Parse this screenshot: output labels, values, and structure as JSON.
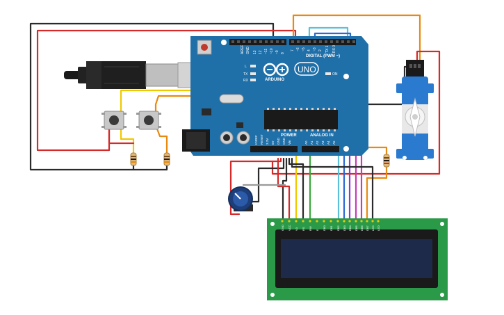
{
  "board": {
    "brand": "ARDUINO",
    "model": "UNO",
    "digital_header": "DIGITAL (PWM ~)",
    "power_header": "POWER",
    "analog_header": "ANALOG IN",
    "on_label": "ON",
    "tx_label": "TX",
    "rx_label": "RX",
    "l_label": "L",
    "aref_label": "AREF",
    "gnd_label": "GND",
    "digital_pins": [
      "13",
      "12",
      "~11",
      "~10",
      "~9",
      "8",
      "7",
      "~6",
      "~5",
      "4",
      "~3",
      "2",
      "TX 1",
      "RX 0"
    ],
    "power_pins": [
      "IOREF",
      "RESET",
      "3.3V",
      "5V",
      "GND",
      "GND",
      "Vin"
    ],
    "analog_pins": [
      "A0",
      "A1",
      "A2",
      "A3",
      "A4",
      "A5"
    ]
  },
  "lcd": {
    "pins": [
      "GND",
      "VCC",
      "V0",
      "RS",
      "RW",
      "E",
      "DB0",
      "DB1",
      "DB2",
      "DB3",
      "DB4",
      "DB5",
      "DB6",
      "DB7",
      "LED",
      "LED"
    ]
  },
  "colors": {
    "board": "#1f6fa8",
    "board_dark": "#14507d",
    "lcd_board": "#2b9a48",
    "lcd_screen": "#1d2a4a",
    "wire_red": "#d42a2a",
    "wire_black": "#2a2a2a",
    "wire_yellow": "#f0c800",
    "wire_orange": "#e88a10",
    "wire_green": "#3aa83a",
    "wire_cyan": "#5cc0d8",
    "wire_blue": "#2a6ad4",
    "wire_purple": "#8a3ad4",
    "wire_magenta": "#c83ab8",
    "servo_body": "#2a7ad0"
  }
}
